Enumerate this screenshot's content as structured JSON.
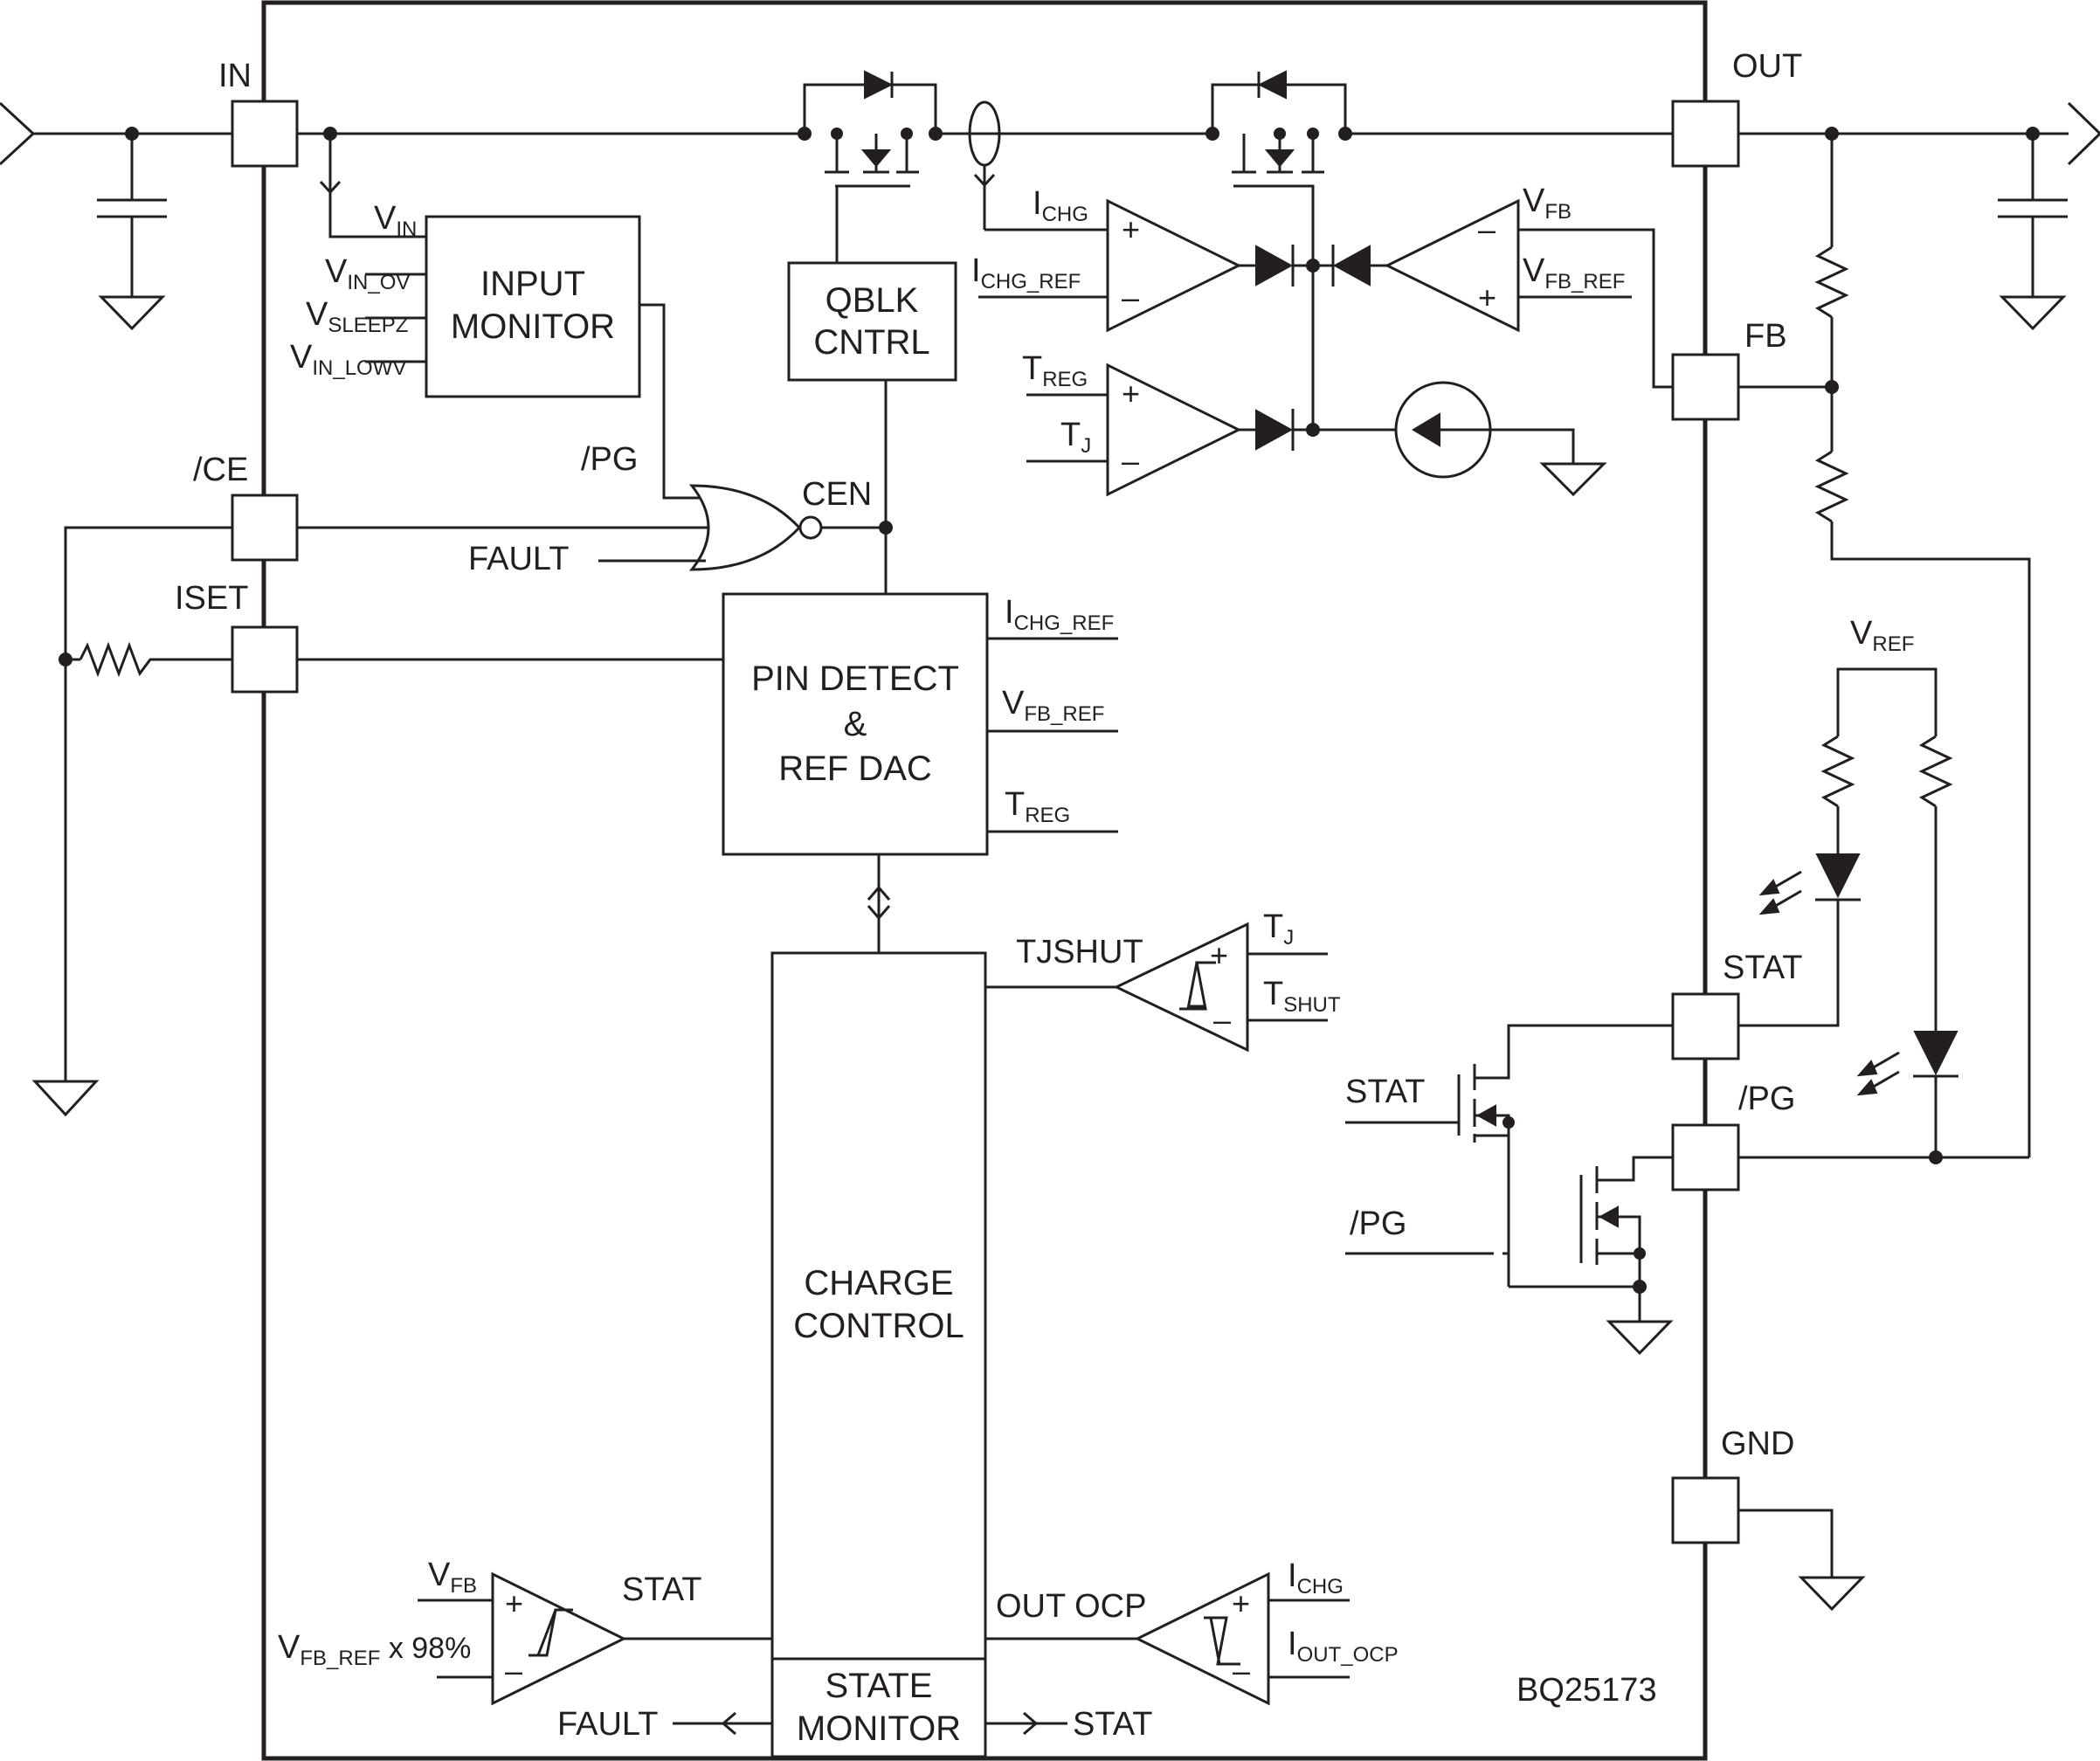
{
  "part_number": "BQ25173",
  "pins": {
    "in": "IN",
    "out": "OUT",
    "fb": "FB",
    "ce": "/CE",
    "iset": "ISET",
    "stat": "STAT",
    "pg": "/PG",
    "gnd": "GND"
  },
  "blocks": {
    "input_monitor": [
      "INPUT",
      "MONITOR"
    ],
    "qblk_cntrl": [
      "QBLK",
      "CNTRL"
    ],
    "pin_detect": [
      "PIN DETECT",
      "&",
      "REF DAC"
    ],
    "charge_control": [
      "CHARGE",
      "CONTROL"
    ],
    "state_monitor": [
      "STATE",
      "MONITOR"
    ]
  },
  "input_monitor_inputs": [
    {
      "main": "V",
      "sub": "IN"
    },
    {
      "main": "V",
      "sub": "IN_OV"
    },
    {
      "main": "V",
      "sub": "SLEEPZ"
    },
    {
      "main": "V",
      "sub": "IN_LOWV"
    }
  ],
  "ref_outputs": [
    {
      "main": "I",
      "sub": "CHG_REF"
    },
    {
      "main": "V",
      "sub": "FB_REF"
    },
    {
      "main": "T",
      "sub": "REG"
    }
  ],
  "amp_labels": {
    "ichg": {
      "main": "I",
      "sub": "CHG"
    },
    "ichg_ref": {
      "main": "I",
      "sub": "CHG_REF"
    },
    "vfb": {
      "main": "V",
      "sub": "FB"
    },
    "vfb_ref": {
      "main": "V",
      "sub": "FB_REF"
    },
    "treg": {
      "main": "T",
      "sub": "REG"
    },
    "tj": {
      "main": "T",
      "sub": "J"
    },
    "tshut": {
      "main": "T",
      "sub": "SHUT"
    },
    "iout_ocp": {
      "main": "I",
      "sub": "OUT_OCP"
    },
    "vfb_ref_98": {
      "main": "V",
      "sub": "FB_REF",
      "suffix": " x 98%"
    }
  },
  "signals": {
    "pg": "/PG",
    "cen": "CEN",
    "fault": "FAULT",
    "tjshut": "TJSHUT",
    "stat": "STAT",
    "out_ocp": "OUT OCP",
    "vref_main": "V",
    "vref_sub": "REF"
  },
  "symbols": {
    "plus": "+",
    "minus": "–"
  },
  "icons": [
    "mosfet",
    "diode",
    "led",
    "resistor",
    "capacitor",
    "ground",
    "current-source",
    "nor-gate",
    "comparator",
    "schmitt-trigger"
  ]
}
